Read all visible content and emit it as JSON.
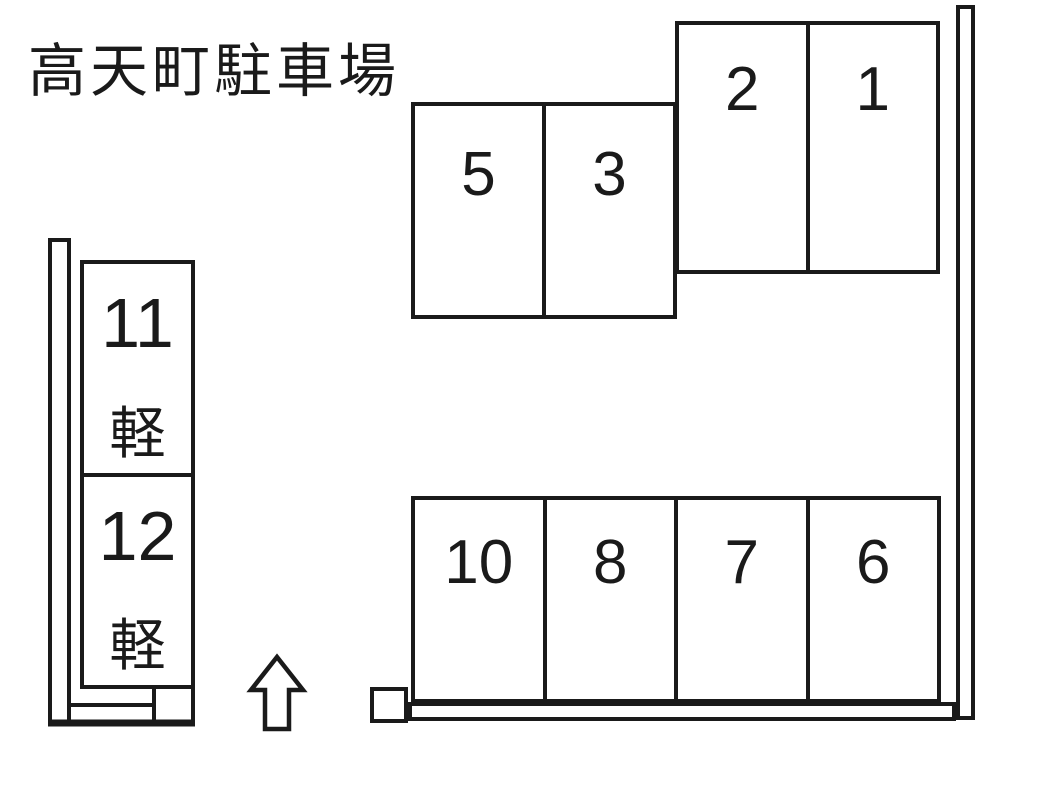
{
  "title": "高天町駐車場",
  "groups": {
    "top_right": {
      "spaces": [
        {
          "number": "2"
        },
        {
          "number": "1"
        }
      ]
    },
    "middle": {
      "spaces": [
        {
          "number": "5"
        },
        {
          "number": "3"
        }
      ]
    },
    "bottom": {
      "spaces": [
        {
          "number": "10"
        },
        {
          "number": "8"
        },
        {
          "number": "7"
        },
        {
          "number": "6"
        }
      ]
    },
    "left_column": {
      "spaces": [
        {
          "number": "11",
          "type_label": "軽"
        },
        {
          "number": "12",
          "type_label": "軽"
        }
      ]
    }
  },
  "icons": {
    "entrance_arrow": "up-arrow"
  },
  "colors": {
    "line": "#1a1a1a",
    "background": "#ffffff"
  }
}
